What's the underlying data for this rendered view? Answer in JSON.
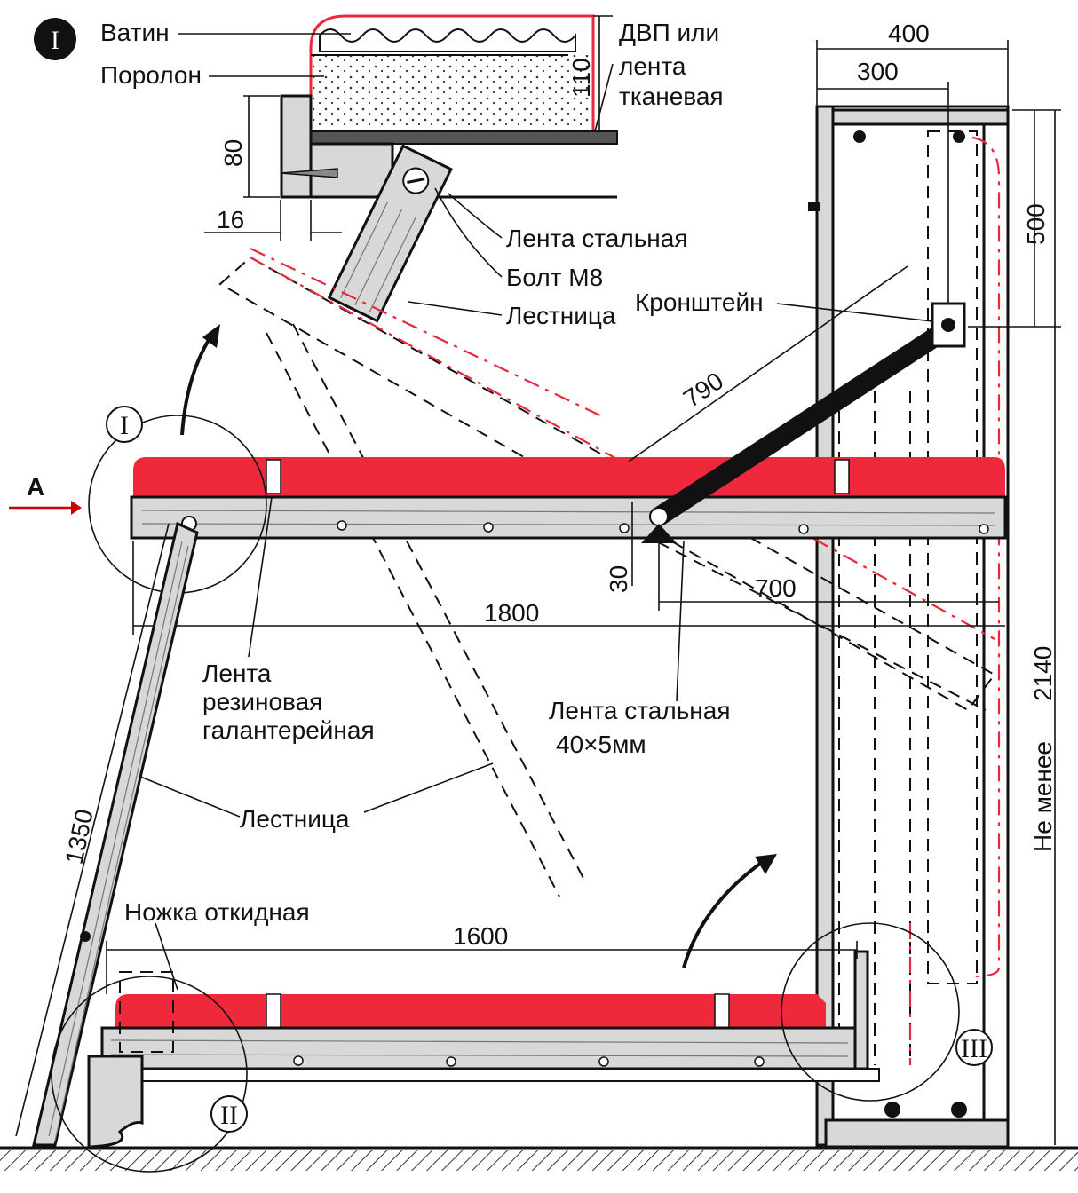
{
  "figure": {
    "number": "I",
    "colors": {
      "cushion": "#f0283c",
      "ink": "#111111",
      "wood": "#d8d8d8",
      "paper": "#ffffff"
    }
  },
  "labels": {
    "vatin": "Ватин",
    "porolon": "Поролон",
    "dvp": [
      "ДВП или",
      "лента",
      "тканевая"
    ],
    "lenta_stalnaya_top": "Лента стальная",
    "bolt": "Болт М8",
    "lestnitsa_top": "Лестница",
    "kronshtein": "Кронштейн",
    "lenta_rezinovaya": [
      "Лента",
      "резиновая",
      "галантерейная"
    ],
    "lenta_stalnaya_size": [
      "Лента стальная",
      "40×5мм"
    ],
    "lestnitsa_main": "Лестница",
    "nozhka": "Ножка откидная",
    "view_arrow": "А",
    "ne_menee": "Не менее"
  },
  "dimensions": {
    "d400": "400",
    "d300": "300",
    "d110": "110",
    "d80": "80",
    "d16": "16",
    "d500": "500",
    "d790": "790",
    "d30": "30",
    "d700": "700",
    "d1800": "1800",
    "d1350": "1350",
    "d1600": "1600",
    "d2140": "2140"
  },
  "callouts": {
    "c1": "I",
    "c2": "II",
    "c3": "III"
  }
}
